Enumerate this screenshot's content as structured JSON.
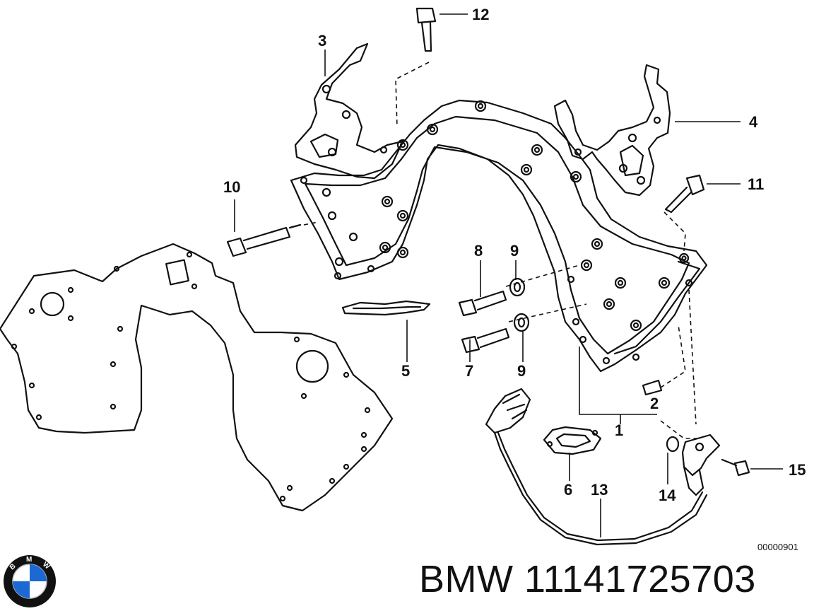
{
  "callouts": {
    "c1": "1",
    "c2": "2",
    "c3": "3",
    "c4": "4",
    "c5": "5",
    "c6": "6",
    "c7": "7",
    "c8": "8",
    "c9a": "9",
    "c9b": "9",
    "c10": "10",
    "c11": "11",
    "c12": "12",
    "c13": "13",
    "c14": "14",
    "c15": "15"
  },
  "diagram_ref": "00000901",
  "brand": {
    "text": "BMW 11141725703",
    "logo_letters": "BMW"
  },
  "colors": {
    "ink": "#111111",
    "background": "#ffffff",
    "logo_blue": "#1c69d4"
  },
  "icons": [
    "bmw-roundel-logo"
  ]
}
